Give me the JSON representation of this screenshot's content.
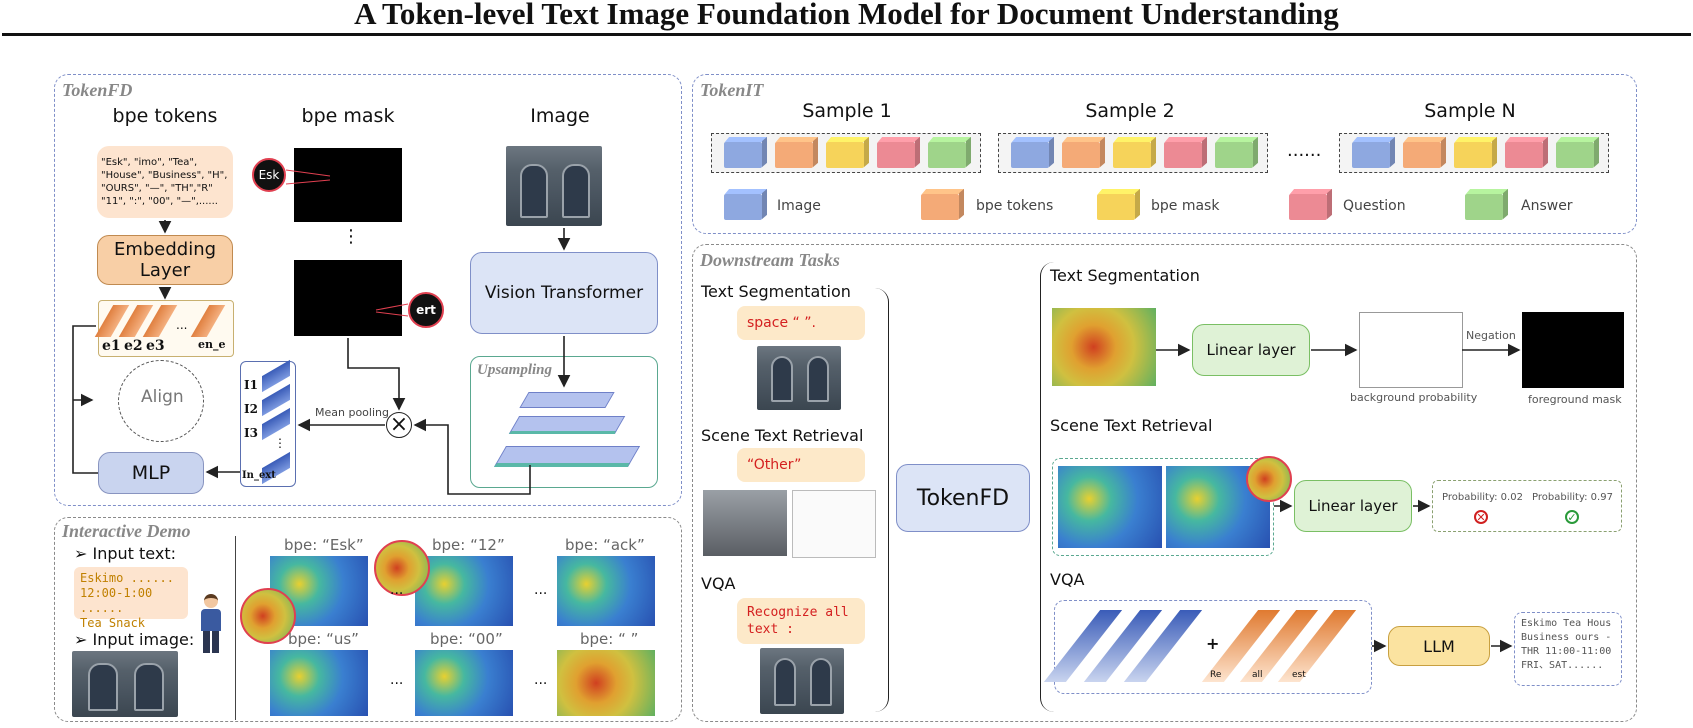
{
  "title": "A Token-level Text Image Foundation Model for Document Understanding",
  "tokenfd": {
    "panel_title": "TokenFD",
    "bpe_tokens_label": "bpe tokens",
    "bpe_mask_label": "bpe mask",
    "image_label": "Image",
    "token_list": "\"Esk\", \"imo\", \"Tea\", \"House\", \"Business\", \"H\", \"OURS\", \"—\", \"TH\",\"R\" \"11\", \":\", \"00\", \"—\",......",
    "embedding_label": "Embedding Layer",
    "vit_label": "Vision Transformer",
    "upsampling_label": "Upsampling",
    "mean_pooling_label": "Mean pooling",
    "mlp_label": "MLP",
    "align_label": "Align",
    "mask_badge_top": "Esk",
    "mask_badge_bottom": "ert",
    "vdots": "⋮",
    "e_tokens": [
      "e1",
      "e2",
      "e3",
      "...",
      "en_e"
    ],
    "i_tokens": [
      "I1",
      "I2",
      "I3",
      "⋮",
      "In_ext"
    ]
  },
  "tokenit": {
    "panel_title": "TokenIT",
    "samples": [
      "Sample 1",
      "Sample 2",
      "Sample N"
    ],
    "ellipsis": "......",
    "legend": [
      {
        "label": "Image",
        "color": "#8ea8e0"
      },
      {
        "label": "bpe tokens",
        "color": "#f4aa77"
      },
      {
        "label": "bpe mask",
        "color": "#f6d35a"
      },
      {
        "label": "Question",
        "color": "#ec8a94"
      },
      {
        "label": "Answer",
        "color": "#9fd48a"
      }
    ]
  },
  "demo": {
    "panel_title": "Interactive Demo",
    "input_text_label": "➢ Input text:",
    "input_text_lines": [
      "Eskimo ......",
      "12:00-1:00 ......",
      "Tea Snack"
    ],
    "input_image_label": "➢ Input image:",
    "bpe_labels": [
      "bpe: “Esk”",
      "bpe: “12”",
      "bpe: “ack”",
      "bpe: “us”",
      "bpe: “00”",
      "bpe: “ ”"
    ],
    "dots": "..."
  },
  "downstream": {
    "panel_title": "Downstream Tasks",
    "left_tasks": [
      "Text Segmentation",
      "Scene Text Retrieval",
      "VQA"
    ],
    "bubbles": [
      "space “ ”.",
      "“Other”",
      "Recognize all text :"
    ],
    "center_label": "TokenFD",
    "seg_title": "Text Segmentation",
    "linear_layer": "Linear layer",
    "negation": "Negation",
    "background_prob": "background probability",
    "foreground_mask": "foreground mask",
    "retrieval_title": "Scene Text Retrieval",
    "prob_a_label": "Probability: 0.02",
    "prob_b_label": "Probability: 0.97",
    "vqa_title": "VQA",
    "llm_label": "LLM",
    "vqa_tokens": [
      "Re",
      "all",
      "est"
    ],
    "plus": "+",
    "answer_text": "Eskimo Tea Hous Business ours - THR 11:00-11:00 FRI、SAT......"
  },
  "colors": {
    "panel_border": "#7f8fc8",
    "embedding_fill": "#f8cfa6",
    "vit_fill": "#dce4f6",
    "linear_fill": "#dff2d6",
    "llm_fill": "#fbe3a0",
    "mlp_fill": "#c9d4ef"
  }
}
